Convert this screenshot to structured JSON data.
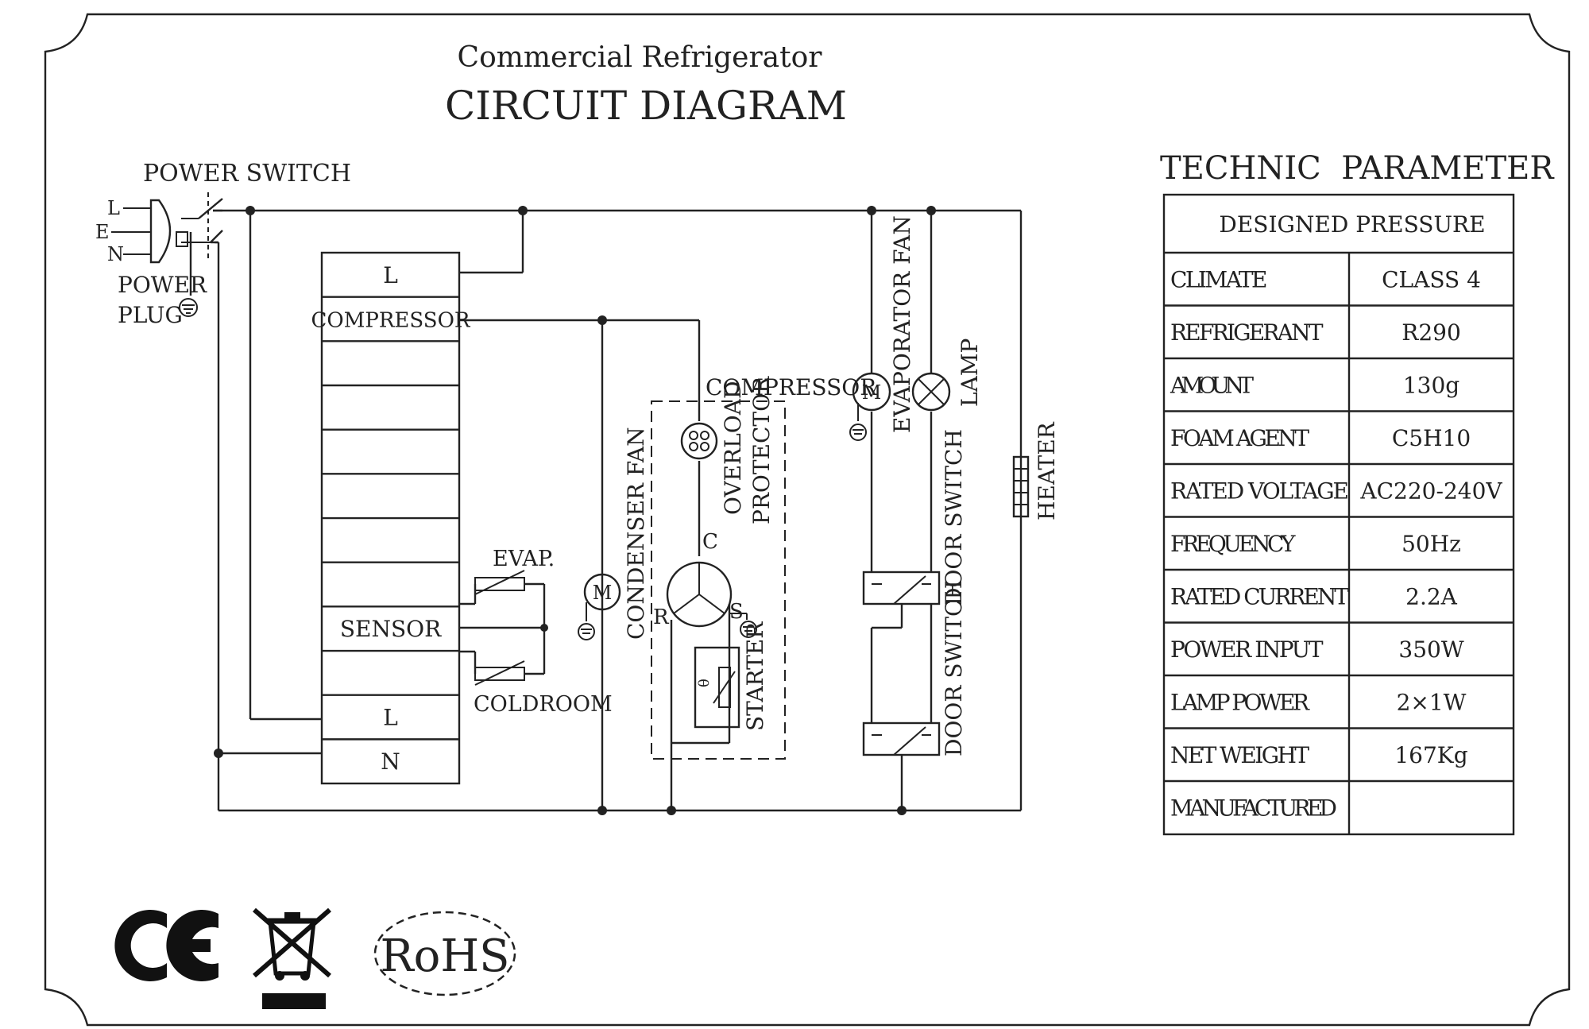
{
  "header": {
    "subtitle": "Commercial Refrigerator",
    "title": "CIRCUIT DIAGRAM"
  },
  "diagram": {
    "power_switch": "POWER SWITCH",
    "plug_l": "L",
    "plug_e": "E",
    "plug_n": "N",
    "power_plug_1": "POWER",
    "power_plug_2": "PLUG",
    "controller": [
      "L",
      "COMPRESSOR",
      "",
      "",
      "",
      "",
      "",
      "",
      "SENSOR",
      "",
      "L",
      "N"
    ],
    "evap": "EVAP.",
    "coldroom": "COLDROOM",
    "motor_m": "M",
    "condenser_fan": "CONDENSER FAN",
    "compressor": "COMPRESSOR",
    "overload_protector_1": "OVERLOAD",
    "overload_protector_2": "PROTECTOR",
    "terminal_c": "C",
    "terminal_r": "R",
    "terminal_s": "S",
    "starter": "STARTER",
    "theta": "θ",
    "evaporator_fan": "EVAPORATOR FAN",
    "lamp": "LAMP",
    "heater": "HEATER",
    "door_switch_1": "DOOR SWITCH",
    "door_switch_2": "DOOR SWITCH"
  },
  "params": {
    "heading": "TECHNIC  PARAMETER",
    "designed_pressure": "DESIGNED PRESSURE",
    "rows": [
      {
        "label": "CLIMATE",
        "value": "CLASS 4"
      },
      {
        "label": "REFRIGERANT",
        "value": "R290"
      },
      {
        "label": "AMOUNT",
        "value": "130g"
      },
      {
        "label": "FOAM AGENT",
        "value": "C5H10"
      },
      {
        "label": "RATED VOLTAGE",
        "value": "AC220-240V"
      },
      {
        "label": "FREQUENCY",
        "value": "50Hz"
      },
      {
        "label": "RATED CURRENT",
        "value": "2.2A"
      },
      {
        "label": "POWER INPUT",
        "value": "350W"
      },
      {
        "label": "LAMP POWER",
        "value": "2×1W"
      },
      {
        "label": "NET WEIGHT",
        "value": "167Kg"
      },
      {
        "label": "MANUFACTURED",
        "value": ""
      }
    ]
  },
  "marks": {
    "ce": "CE",
    "rohs": "RoHS"
  }
}
